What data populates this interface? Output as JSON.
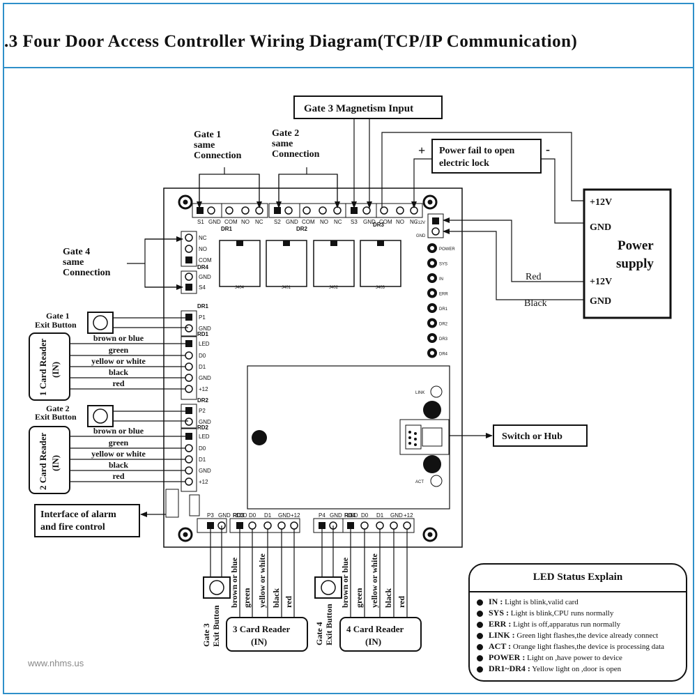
{
  "title": ".3 Four Door Access Controller Wiring Diagram(TCP/IP Communication)",
  "watermark": "www.nhms.us",
  "callouts": {
    "gate3_magnetism": "Gate 3 Magnetism Input",
    "power_fail_line1": "Power fail to open",
    "power_fail_line2": "electric lock",
    "plus": "+",
    "minus": "-",
    "gate1_same": [
      "Gate 1",
      "same",
      "Connection"
    ],
    "gate2_same": [
      "Gate 2",
      "same",
      "Connection"
    ],
    "gate4_same": [
      "Gate 4",
      "same",
      "Connection"
    ],
    "switch_hub": "Switch or Hub",
    "alarm_line1": "Interface of alarm",
    "alarm_line2": "and fire control"
  },
  "power_supply": {
    "title_line1": "Power",
    "title_line2": "supply",
    "terminals": [
      "+12V",
      "GND",
      "+12V",
      "GND"
    ],
    "wire_red": "Red",
    "wire_black": "Black"
  },
  "exit_buttons": {
    "gate1": [
      "Gate 1",
      "Exit Button"
    ],
    "gate2": [
      "Gate 2",
      "Exit Button"
    ],
    "gate3": [
      "Gate 3",
      "Exit Button"
    ],
    "gate4": [
      "Gate 4",
      "Exit Button"
    ]
  },
  "card_readers": {
    "reader1": [
      "1 Card Reader",
      "(IN)"
    ],
    "reader2": [
      "2 Card Reader",
      "(IN)"
    ],
    "reader3": [
      "3 Card Reader",
      "(IN)"
    ],
    "reader4": [
      "4 Card Reader",
      "(IN)"
    ]
  },
  "wire_colors": [
    "brown or blue",
    "green",
    "yellow or white",
    "black",
    "red"
  ],
  "board": {
    "top_pins_dr1": [
      "S1",
      "GND",
      "COM",
      "NO",
      "NC"
    ],
    "top_pins_dr2": [
      "S2",
      "GND",
      "COM",
      "NO",
      "NC"
    ],
    "top_pins_dr3": [
      "S3",
      "GND",
      "COM",
      "NO",
      "NC"
    ],
    "top_pins_power": [
      "+12V",
      "GND"
    ],
    "relay_labels": [
      "DR1",
      "DR2",
      "DR3"
    ],
    "left_dr4_pins": [
      "NC",
      "NO",
      "COM",
      "DR4",
      "GND",
      "S4"
    ],
    "left_dr1_pins": [
      "DR1",
      "P1",
      "GND",
      "RD1",
      "LED",
      "D0",
      "D1",
      "GND",
      "+12"
    ],
    "left_dr2_pins": [
      "DR2",
      "P2",
      "GND",
      "RD2",
      "LED",
      "D0",
      "D1",
      "GND",
      "+12"
    ],
    "bottom_pins_3": [
      "P3",
      "GND",
      "RD3",
      "LED",
      "D0",
      "D1",
      "GND",
      "+12"
    ],
    "bottom_pins_4": [
      "P4",
      "GND",
      "RD4",
      "LED",
      "D0",
      "D1",
      "GND",
      "+12"
    ],
    "led_labels": [
      "POWER",
      "SYS",
      "IN",
      "ERR",
      "DR1",
      "DR2",
      "DR3",
      "DR4"
    ],
    "relay_chips": [
      "J404",
      "J401",
      "J402",
      "J403"
    ],
    "link_label": "LINK",
    "act_label": "ACT"
  },
  "led_status": {
    "title": "LED Status Explain",
    "items": [
      {
        "key": "IN :",
        "text": "Light is blink,valid card"
      },
      {
        "key": "SYS :",
        "text": "Light is blink,CPU runs normally"
      },
      {
        "key": "ERR :",
        "text": "Light is off,apparatus run normally"
      },
      {
        "key": "LINK :",
        "text": "Green light flashes,the device already connect"
      },
      {
        "key": "ACT :",
        "text": "Orange light flashes,the device is processing data"
      },
      {
        "key": "POWER :",
        "text": "Light on ,have power to device"
      },
      {
        "key": "DR1~DR4 :",
        "text": "Yellow light on ,door is open"
      }
    ]
  }
}
